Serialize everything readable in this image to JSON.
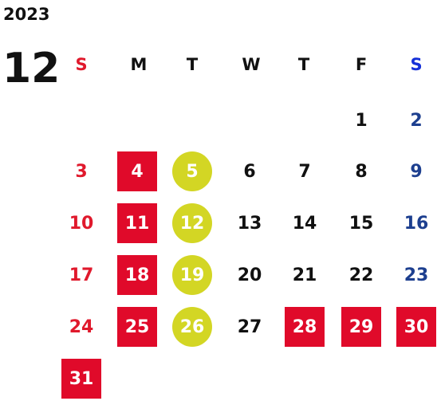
{
  "calendar": {
    "year": "2023",
    "month": "12",
    "weekdays": [
      "S",
      "M",
      "T",
      "W",
      "T",
      "F",
      "S"
    ],
    "colors": {
      "sunday": "#e0192c",
      "saturday": "#1d3f8f",
      "saturday_header": "#1530d8",
      "closed_bg": "#e00a2a",
      "event_bg": "#d3d624",
      "text": "#111111"
    },
    "weeks": [
      [
        null,
        null,
        null,
        null,
        null,
        {
          "day": "1",
          "style": "normal"
        },
        {
          "day": "2",
          "style": "sat"
        }
      ],
      [
        {
          "day": "3",
          "style": "sun"
        },
        {
          "day": "4",
          "style": "closed"
        },
        {
          "day": "5",
          "style": "event"
        },
        {
          "day": "6",
          "style": "normal"
        },
        {
          "day": "7",
          "style": "normal"
        },
        {
          "day": "8",
          "style": "normal"
        },
        {
          "day": "9",
          "style": "sat"
        }
      ],
      [
        {
          "day": "10",
          "style": "sun"
        },
        {
          "day": "11",
          "style": "closed"
        },
        {
          "day": "12",
          "style": "event"
        },
        {
          "day": "13",
          "style": "normal"
        },
        {
          "day": "14",
          "style": "normal"
        },
        {
          "day": "15",
          "style": "normal"
        },
        {
          "day": "16",
          "style": "sat"
        }
      ],
      [
        {
          "day": "17",
          "style": "sun"
        },
        {
          "day": "18",
          "style": "closed"
        },
        {
          "day": "19",
          "style": "event"
        },
        {
          "day": "20",
          "style": "normal"
        },
        {
          "day": "21",
          "style": "normal"
        },
        {
          "day": "22",
          "style": "normal"
        },
        {
          "day": "23",
          "style": "sat"
        }
      ],
      [
        {
          "day": "24",
          "style": "sun"
        },
        {
          "day": "25",
          "style": "closed"
        },
        {
          "day": "26",
          "style": "event"
        },
        {
          "day": "27",
          "style": "normal"
        },
        {
          "day": "28",
          "style": "closed"
        },
        {
          "day": "29",
          "style": "closed"
        },
        {
          "day": "30",
          "style": "closed"
        }
      ],
      [
        {
          "day": "31",
          "style": "closed"
        },
        null,
        null,
        null,
        null,
        null,
        null
      ]
    ]
  }
}
